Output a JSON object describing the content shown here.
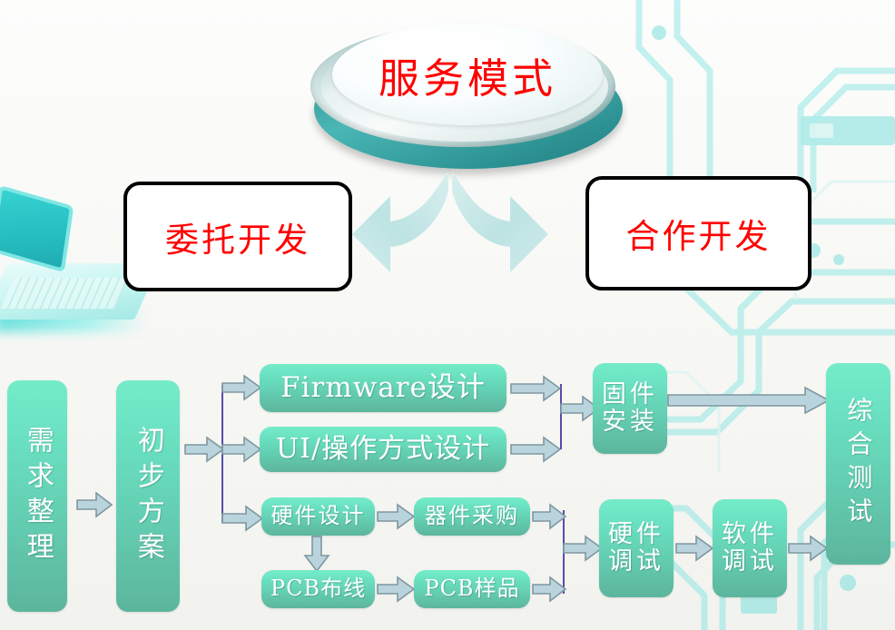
{
  "slide": {
    "title": "服务模式",
    "title_color": "#ff0000",
    "accent_color": "#63ccb0",
    "arrow_color": "#b6d2da"
  },
  "modes": {
    "left_label": "委托开发",
    "right_label": "合作开发",
    "left_arrow_icon": "bent-arrow-left-icon",
    "right_arrow_icon": "bent-arrow-right-icon"
  },
  "background": {
    "laptop_icon": "laptop-photo",
    "pcb_icon": "circuit-board-photo"
  },
  "flow": {
    "nodes": [
      {
        "id": "req",
        "label": "需求整理",
        "orientation": "vertical"
      },
      {
        "id": "plan",
        "label": "初步方案",
        "orientation": "vertical"
      },
      {
        "id": "fw",
        "label": "Firmware设计",
        "orientation": "horizontal"
      },
      {
        "id": "ui",
        "label": "UI/操作方式设计",
        "orientation": "horizontal"
      },
      {
        "id": "hwd",
        "label": "硬件设计",
        "orientation": "horizontal"
      },
      {
        "id": "buy",
        "label": "器件采购",
        "orientation": "horizontal"
      },
      {
        "id": "pcbl",
        "label": "PCB布线",
        "orientation": "horizontal"
      },
      {
        "id": "pcbs",
        "label": "PCB样品",
        "orientation": "horizontal"
      },
      {
        "id": "inst",
        "label": "固件\n安装",
        "orientation": "stacked"
      },
      {
        "id": "hwdbg",
        "label": "硬件\n调试",
        "orientation": "stacked"
      },
      {
        "id": "swdbg",
        "label": "软件\n调试",
        "orientation": "stacked"
      },
      {
        "id": "final",
        "label": "综合测试",
        "orientation": "vertical"
      }
    ],
    "edges": [
      {
        "from": "req",
        "to": "plan",
        "icon": "arrow-right-icon"
      },
      {
        "from": "plan",
        "to": "fan",
        "icon": "arrow-right-icon"
      },
      {
        "from": "fan",
        "to": "fw",
        "icon": "arrow-right-icon"
      },
      {
        "from": "fan",
        "to": "ui",
        "icon": "arrow-right-icon"
      },
      {
        "from": "fan",
        "to": "hwd",
        "icon": "arrow-right-icon"
      },
      {
        "from": "hwd",
        "to": "buy",
        "icon": "arrow-right-icon"
      },
      {
        "from": "hwd",
        "to": "pcbl",
        "icon": "arrow-down-icon"
      },
      {
        "from": "pcbl",
        "to": "pcbs",
        "icon": "arrow-right-icon"
      },
      {
        "from": "fw",
        "to": "join1",
        "icon": "arrow-right-icon"
      },
      {
        "from": "ui",
        "to": "join1",
        "icon": "arrow-right-icon"
      },
      {
        "from": "join1",
        "to": "inst",
        "icon": "arrow-right-icon"
      },
      {
        "from": "buy",
        "to": "join2",
        "icon": "arrow-right-icon"
      },
      {
        "from": "pcbs",
        "to": "join2",
        "icon": "arrow-right-icon"
      },
      {
        "from": "join2",
        "to": "hwdbg",
        "icon": "arrow-right-icon"
      },
      {
        "from": "hwdbg",
        "to": "swdbg",
        "icon": "arrow-right-icon"
      },
      {
        "from": "swdbg",
        "to": "final",
        "icon": "arrow-right-icon"
      },
      {
        "from": "inst",
        "to": "final",
        "icon": "long-arrow-right-icon"
      }
    ]
  }
}
